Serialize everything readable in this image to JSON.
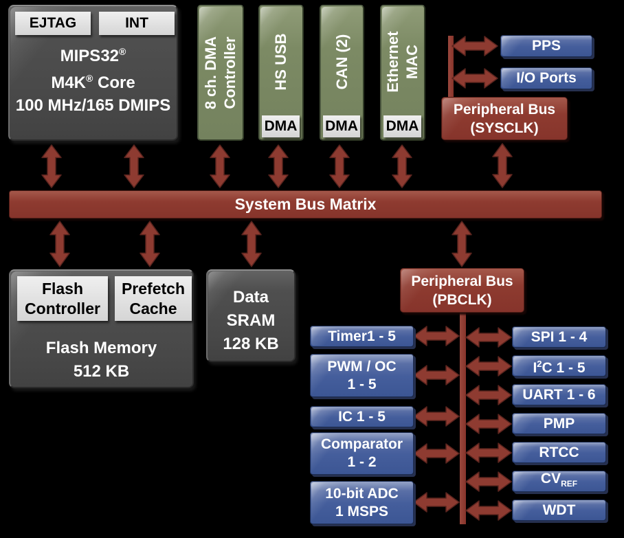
{
  "palette": {
    "background": "#000000",
    "gray_block": "#4d4d4d",
    "green_block": "#7b8963",
    "blue_block": "#435d9b",
    "red_accent": "#8e3b31",
    "light_label": "#dcdcdc"
  },
  "icons": {
    "connector": "double-headed-arrow"
  },
  "core": {
    "tags": [
      "EJTAG",
      "INT"
    ],
    "line1": "MIPS32",
    "line1_sup": "®",
    "line2_pre": "M4K",
    "line2_sup": "®",
    "line2_post": " Core",
    "line3": "100 MHz/165 DMIPS"
  },
  "dma_columns": [
    {
      "lines": [
        "8 ch. DMA",
        "Controller"
      ]
    },
    {
      "lines": [
        "HS USB"
      ],
      "dma_tag": "DMA"
    },
    {
      "lines": [
        "CAN (2)"
      ],
      "dma_tag": "DMA"
    },
    {
      "lines": [
        "Ethernet",
        "MAC"
      ],
      "dma_tag": "DMA"
    }
  ],
  "top_right": {
    "pps": "PPS",
    "io_ports": "I/O Ports",
    "sysclk_line1": "Peripheral Bus",
    "sysclk_line2": "(SYSCLK)"
  },
  "system_bus": {
    "label": "System Bus Matrix"
  },
  "memory": {
    "flash_controller": "Flash Controller",
    "prefetch_cache": "Prefetch Cache",
    "flash_line1": "Flash Memory",
    "flash_line2": "512 KB",
    "sram_line1": "Data",
    "sram_line2": "SRAM",
    "sram_line3": "128 KB"
  },
  "pbclk": {
    "line1": "Peripheral Bus",
    "line2": "(PBCLK)"
  },
  "left_peripherals": [
    {
      "line1": "Timer1 - 5"
    },
    {
      "line1": "PWM / OC",
      "line2": "1 - 5"
    },
    {
      "line1": "IC 1 - 5"
    },
    {
      "line1": "Comparator",
      "line2": "1 - 2"
    },
    {
      "line1": "10-bit ADC",
      "line2": "1 MSPS"
    }
  ],
  "right_peripherals": {
    "spi": "SPI 1 - 4",
    "i2c_pre": "I",
    "i2c_sup": "2",
    "i2c_post": "C 1 - 5",
    "uart": "UART 1 - 6",
    "pmp": "PMP",
    "rtcc": "RTCC",
    "cv_pre": "CV",
    "cv_sub": "REF",
    "wdt": "WDT"
  }
}
